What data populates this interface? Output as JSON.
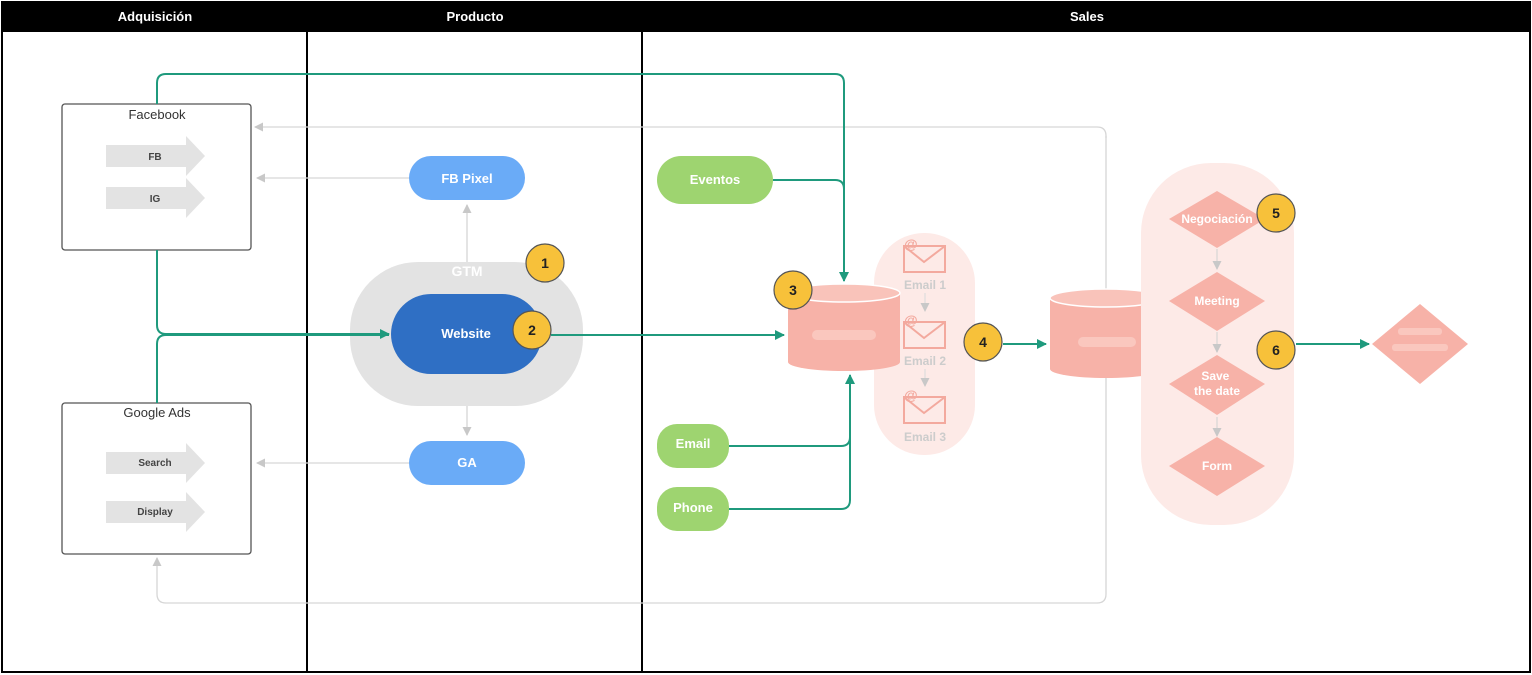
{
  "lanes": {
    "acquisition": "Adquisición",
    "product": "Producto",
    "sales": "Sales"
  },
  "acquisition": {
    "facebook": {
      "title": "Facebook",
      "items": [
        "FB",
        "IG"
      ]
    },
    "google_ads": {
      "title": "Google Ads",
      "items": [
        "Search",
        "Display"
      ]
    }
  },
  "product": {
    "gtm_label": "GTM",
    "website_label": "Website",
    "fb_pixel_label": "FB Pixel",
    "ga_label": "GA"
  },
  "sales": {
    "eventos_label": "Eventos",
    "email_label": "Email",
    "phone_label": "Phone",
    "emails": [
      "Email 1",
      "Email 2",
      "Email 3"
    ],
    "pipeline": [
      "Negociación",
      "Meeting",
      "Save\nthe date",
      "Form"
    ]
  },
  "badges": [
    "1",
    "2",
    "3",
    "4",
    "5",
    "6"
  ],
  "colors": {
    "teal": "#1f9a7d",
    "website_blue": "#2f6fc4",
    "light_blue": "#6aabf7",
    "green": "#9ed470",
    "salmon": "#f7b2a8",
    "badge_yellow": "#f7c13a"
  }
}
